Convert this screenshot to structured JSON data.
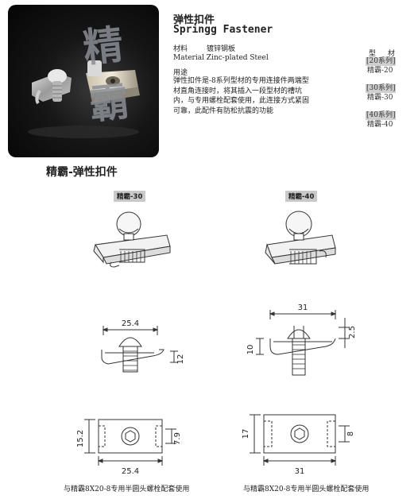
{
  "photo": {
    "watermark": "精霸",
    "caption": "精霸-弹性扣件"
  },
  "product": {
    "title_cn": "弹性扣件",
    "title_en": "Springg Fastener",
    "material_label": "材料",
    "material_cn": "镀锌钢板",
    "material_en": "Material Zinc-plated Steel",
    "usage_heading": "用途",
    "usage_text": "弹性扣件是-8系列型材的专用连接件两端型材直角连接时，将其插入一段型材的槽坑内，与专用螺栓配套使用，此连接方式紧固可靠，此配件有防松抗震的功能"
  },
  "profiles": {
    "heading": "型 材",
    "items": [
      {
        "series": "[20系列]",
        "model": "精霸-20"
      },
      {
        "series": "[30系列]",
        "model": "精霸-30"
      },
      {
        "series": "[40系列]",
        "model": "精霸-40"
      }
    ]
  },
  "drawings": {
    "left": {
      "label": "精霸-30",
      "dims": {
        "width_top": "25.4",
        "height_side": "12",
        "height_plan": "15.2",
        "slot": "7.9",
        "width_bottom": "25.4"
      },
      "note": "与精霸8X20-8专用半圆头螺栓配套使用"
    },
    "right": {
      "label": "精霸-40",
      "dims": {
        "width_top": "31",
        "height_side": "10",
        "head": "2.5",
        "height_plan": "17",
        "slot": "8",
        "width_bottom": "31"
      },
      "note": "与精霸8X20-8专用半圆头螺栓配套使用"
    }
  }
}
